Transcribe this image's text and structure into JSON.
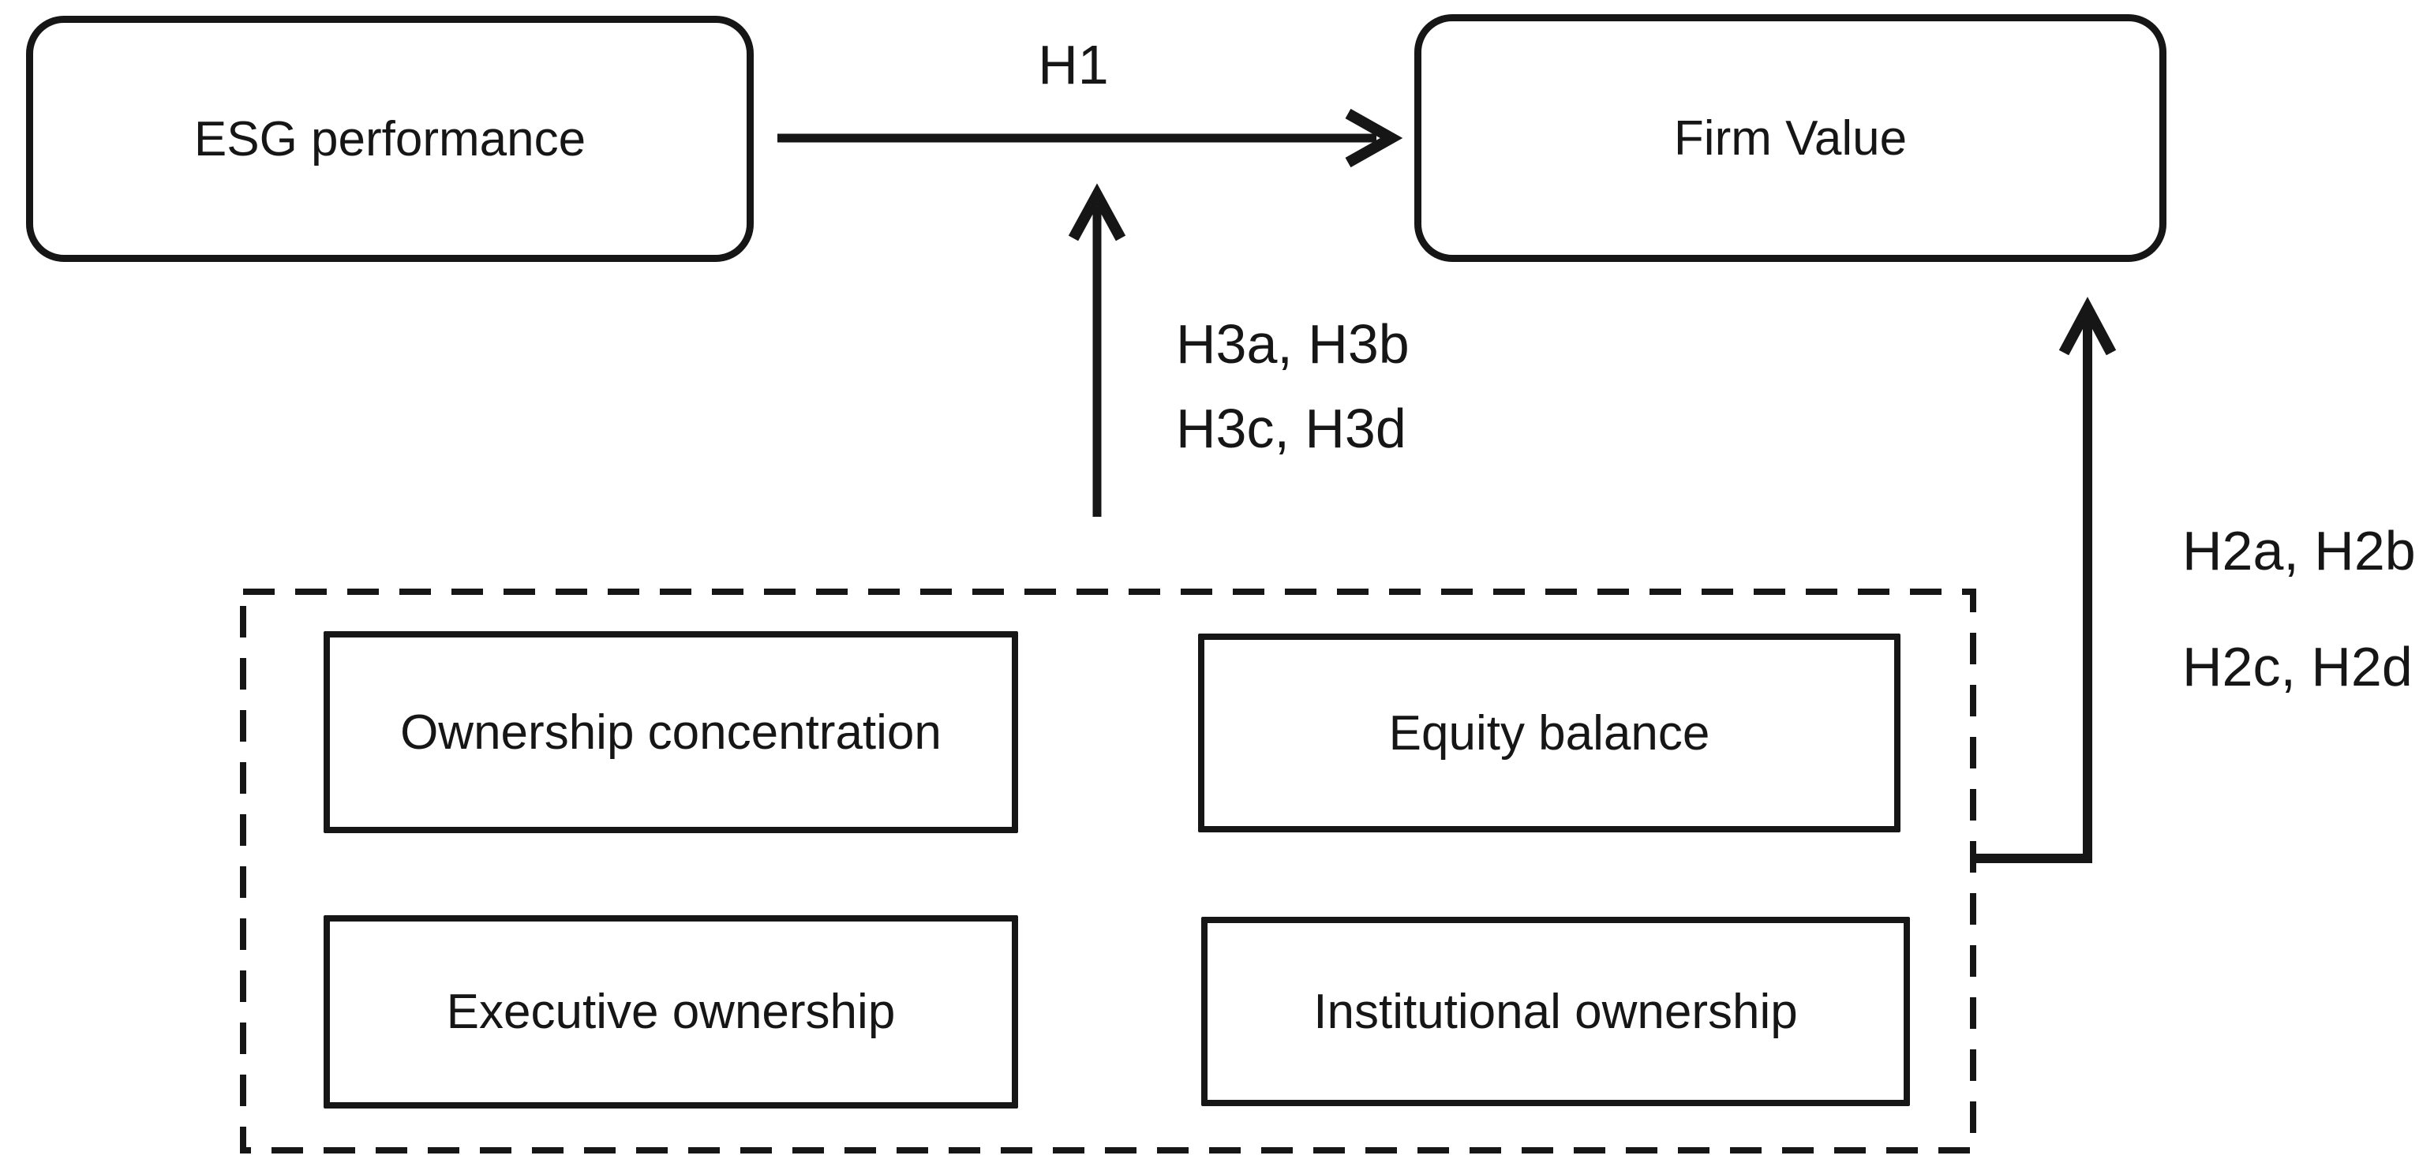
{
  "figure": {
    "type": "conceptual-framework-diagram",
    "colors": {
      "background": "#ffffff",
      "ink": "#161616"
    }
  },
  "nodes": {
    "esg": {
      "label": "ESG performance"
    },
    "firm_value": {
      "label": "Firm Value"
    },
    "ownership_concentration": {
      "label": "Ownership concentration"
    },
    "equity_balance": {
      "label": "Equity balance"
    },
    "executive_ownership": {
      "label": "Executive ownership"
    },
    "institutional_ownership": {
      "label": "Institutional ownership"
    }
  },
  "arrows": {
    "h1": {
      "label": "H1",
      "from": "ESG performance",
      "to": "Firm Value"
    },
    "h2": {
      "label_lines": [
        "H2a, H2b",
        "H2c, H2d"
      ],
      "from": "Ownership variables group",
      "to": "Firm Value"
    },
    "h3": {
      "label_lines": [
        "H3a, H3b",
        "H3c, H3d"
      ],
      "from": "Ownership variables group",
      "to": "H1 path (ESG performance to Firm Value)"
    }
  }
}
